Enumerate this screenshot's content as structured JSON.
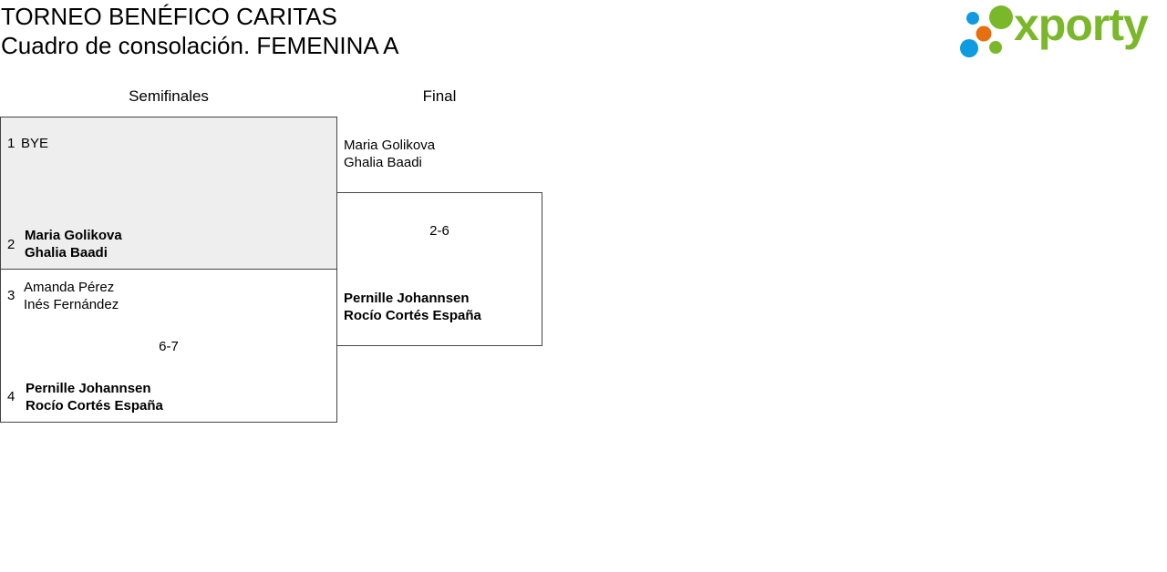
{
  "header": {
    "title": "TORNEO BENÉFICO CARITAS",
    "subtitle": "Cuadro de consolación. FEMENINA A",
    "logo_text": "xporty"
  },
  "rounds": [
    "Semifinales",
    "Final"
  ],
  "semifinal": {
    "match1": {
      "seed1": "1",
      "team1": [
        "BYE"
      ],
      "seed2": "2",
      "team2": [
        "Maria Golikova",
        "Ghalia Baadi"
      ],
      "winner": 2
    },
    "match2": {
      "seed1": "3",
      "team1": [
        "Amanda Pérez",
        "Inés Fernández"
      ],
      "seed2": "4",
      "team2": [
        "Pernille Johannsen",
        "Rocío Cortés España"
      ],
      "score": "6-7",
      "winner": 2
    }
  },
  "final": {
    "team1": [
      "Maria Golikova",
      "Ghalia Baadi"
    ],
    "team2": [
      "Pernille Johannsen",
      "Rocío Cortés España"
    ],
    "score": "2-6",
    "winner": 2
  },
  "colors": {
    "logo_green": "#7ab829",
    "logo_blue": "#0e9be0",
    "logo_orange": "#e6700f",
    "bye_bg": "#eeeeee"
  }
}
